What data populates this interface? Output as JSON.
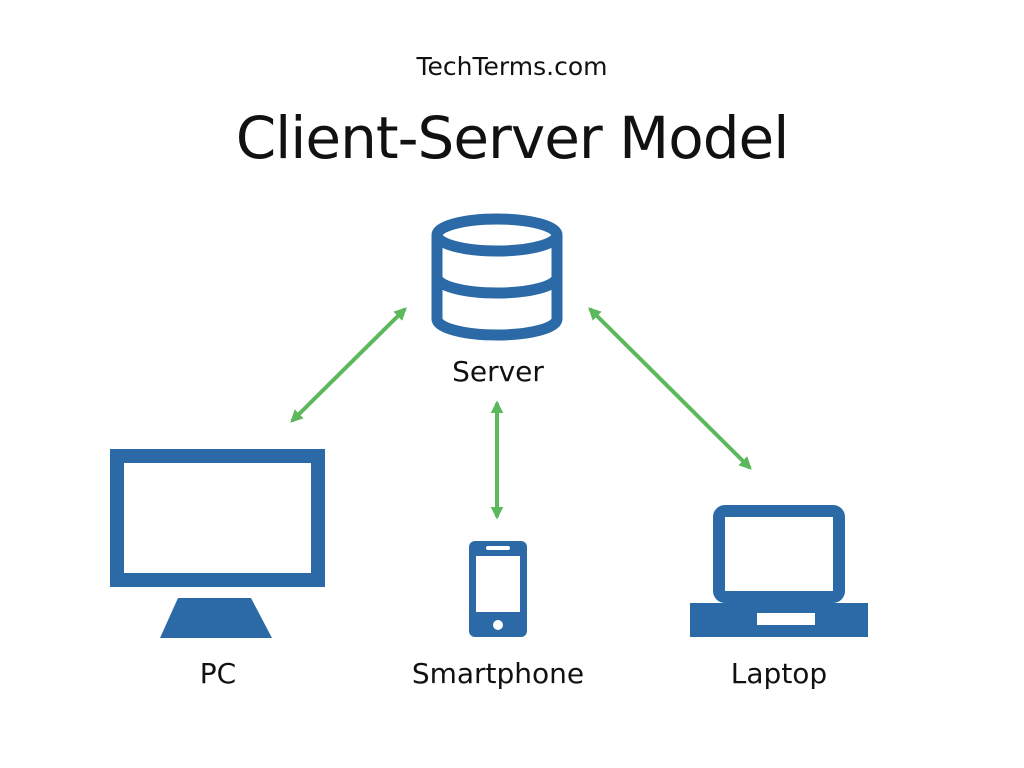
{
  "header": {
    "site": "TechTerms.com",
    "title": "Client-Server Model"
  },
  "nodes": {
    "server": "Server",
    "pc": "PC",
    "smartphone": "Smartphone",
    "laptop": "Laptop"
  },
  "colors": {
    "device_blue": "#2b6aa7",
    "arrow_green": "#5cb85c",
    "text": "#111111",
    "background": "#ffffff"
  },
  "icons": [
    "database-icon",
    "monitor-icon",
    "smartphone-icon",
    "laptop-icon"
  ]
}
